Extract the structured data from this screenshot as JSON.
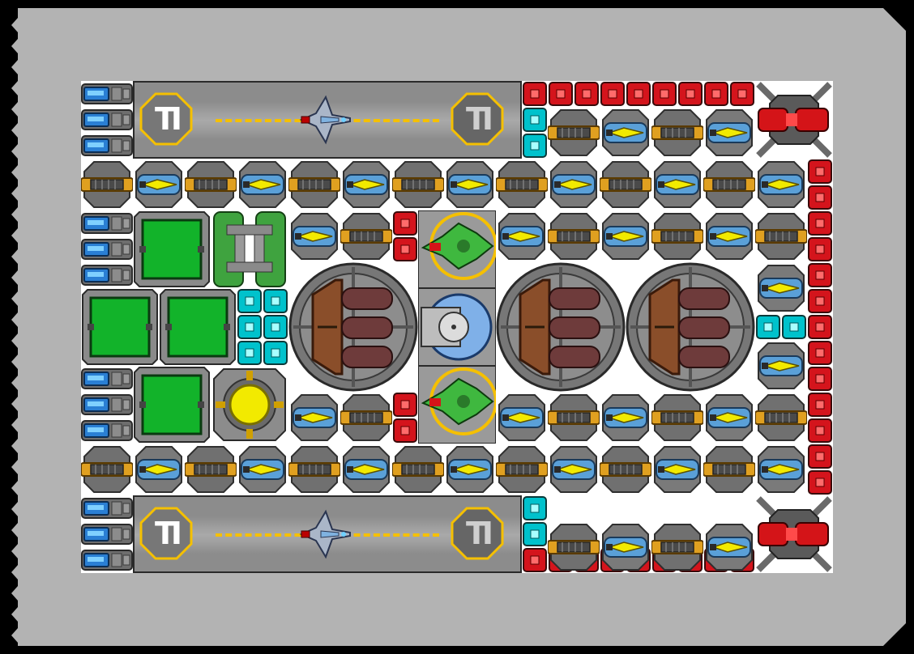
{
  "game": {
    "view": "ship-layout-editor",
    "hangar_pad_label": "TI",
    "colors": {
      "hull": "#b3b3b3",
      "deck": "#ffffff",
      "armor_block": "#d4141c",
      "shield_block": "#00c2cc",
      "reactor_panel": "#12b32a",
      "core": "#f2ea00",
      "runway_stripe": "#f5c000",
      "turret_accent": "#e0a020"
    }
  },
  "modules": {
    "hangars": [
      {
        "name": "hangar-top",
        "icon": "fighter-jet-icon"
      },
      {
        "name": "hangar-bottom",
        "icon": "fighter-jet-icon"
      }
    ],
    "capacitors": [
      "capacitor-1",
      "capacitor-2",
      "capacitor-3",
      "capacitor-4"
    ],
    "main_cannons": [
      "main-cannon-left",
      "main-cannon-mid",
      "main-cannon-right"
    ],
    "command_core": "bridge-dome-icon",
    "power_core": "yellow-core-icon"
  }
}
